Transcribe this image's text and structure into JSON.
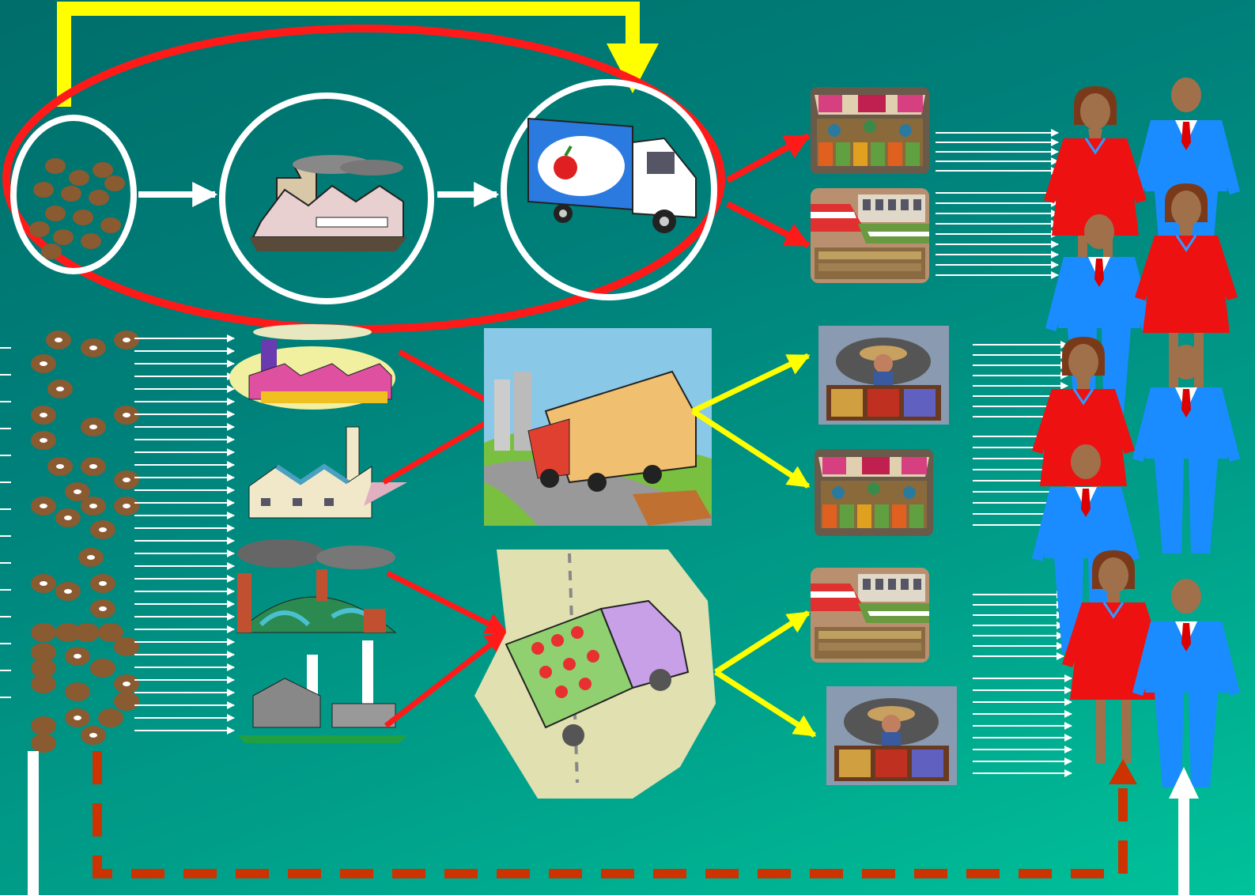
{
  "colors": {
    "background_dark": "#006e6a",
    "background_light": "#00c29a",
    "integrated_chain_ring": "#ff1a1a",
    "feedback_loop": "#ffff00",
    "dashed_loop": "#cc3300",
    "flow_arrows": "#ffffff",
    "distribution_arrows": "#ffff00",
    "woman_dress": "#ee1111",
    "man_suit": "#1a8cff",
    "skin": "#a0704a",
    "hair": "#7a3a1a"
  },
  "integrated_chain": [
    "raw-materials",
    "factory",
    "apple-delivery-truck"
  ],
  "retailers_top": [
    "market-stall",
    "storefront-market"
  ],
  "factories": [
    "factory-pink",
    "factory-smokestack",
    "factory-pollution-globe",
    "factory-power-plant"
  ],
  "trucks": [
    "box-truck-city",
    "produce-pickup-truck"
  ],
  "retailers_middle": [
    "vendor-stall",
    "market-stall"
  ],
  "retailers_bottom": [
    "storefront-market",
    "vendor-stall"
  ],
  "consumers": [
    "woman",
    "man",
    "woman",
    "man",
    "woman",
    "man",
    "woman",
    "man",
    "woman",
    "man"
  ]
}
